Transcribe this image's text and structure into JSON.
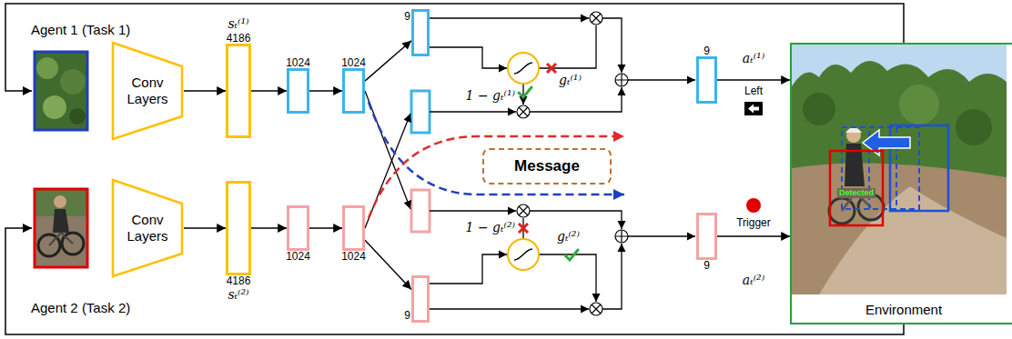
{
  "diagram": {
    "nodes": [
      {
        "text": [
          "Conv Layers"
        ]
      },
      {
        "text": [
          "sₜ⁽¹⁾",
          "4186"
        ]
      },
      {
        "text": [
          "1024"
        ]
      },
      {
        "text": [
          "1024"
        ]
      },
      {
        "text": [
          "9"
        ]
      },
      {
        "text": [
          "9"
        ]
      },
      {
        "text": [
          "Message"
        ]
      },
      {
        "text": [
          "Conv Layers"
        ]
      },
      {
        "text": [
          "4186",
          "sₜ⁽²⁾"
        ]
      },
      {
        "text": [
          "1024"
        ]
      },
      {
        "text": [
          "1024"
        ]
      },
      {
        "text": [
          "9"
        ]
      },
      {
        "text": [
          "9"
        ]
      },
      {
        "text": [
          "Environment"
        ]
      }
    ],
    "edges": [
      {
        "from": 0,
        "to": 1,
        "arrow": "to"
      },
      {
        "from": 1,
        "to": 2,
        "arrow": "to"
      },
      {
        "from": 2,
        "to": 3,
        "arrow": "to"
      },
      {
        "from": 3,
        "to": 4,
        "arrow": "to"
      },
      {
        "from": 5,
        "to": 13,
        "label": "Left",
        "arrow": "to"
      },
      {
        "from": 7,
        "to": 8,
        "arrow": "to"
      },
      {
        "from": 8,
        "to": 9,
        "arrow": "to"
      },
      {
        "from": 9,
        "to": 10,
        "arrow": "to"
      },
      {
        "from": 10,
        "to": 11,
        "arrow": "to"
      },
      {
        "from": 12,
        "to": 13,
        "label": "Trigger",
        "arrow": "to"
      }
    ],
    "labels": [
      "Agent 1 (Task 1)",
      "Agent 2 (Task 2)",
      "gₜ⁽¹⁾",
      "1 − gₜ⁽¹⁾",
      "1 − gₜ⁽²⁾",
      "gₜ⁽²⁾",
      "aₜ⁽¹⁾",
      "aₜ⁽²⁾",
      "Detected"
    ]
  }
}
